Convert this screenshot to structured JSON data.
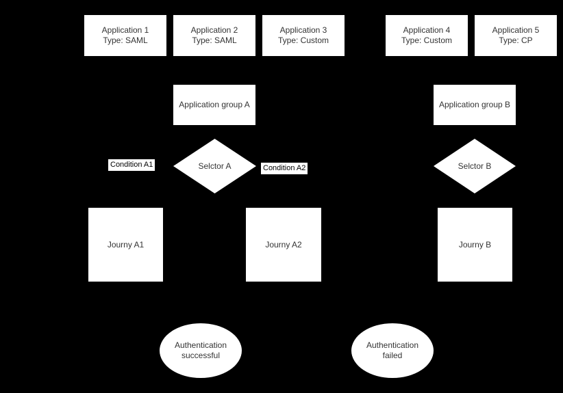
{
  "diagram": {
    "background_color": "#000000",
    "shape_fill_color": "#ffffff",
    "shape_text_color": "#333333",
    "applications": [
      {
        "name": "Application 1",
        "type": "Type: SAML"
      },
      {
        "name": "Application 2",
        "type": "Type: SAML"
      },
      {
        "name": "Application 3",
        "type": "Type: Custom"
      },
      {
        "name": "Application 4",
        "type": "Type: Custom"
      },
      {
        "name": "Application 5",
        "type": "Type: CP"
      }
    ],
    "groups": [
      {
        "label": "Application group A"
      },
      {
        "label": "Application group B"
      }
    ],
    "selectors": [
      {
        "label": "Selctor A"
      },
      {
        "label": "Selctor B"
      }
    ],
    "conditions": [
      {
        "label": "Condition A1"
      },
      {
        "label": "Condition A2"
      }
    ],
    "journeys": [
      {
        "label": "Journy A1"
      },
      {
        "label": "Journy A2"
      },
      {
        "label": "Journy B"
      }
    ],
    "outcomes": [
      {
        "line1": "Authentication",
        "line2": "successful"
      },
      {
        "line1": "Authentication",
        "line2": "failed"
      }
    ]
  }
}
